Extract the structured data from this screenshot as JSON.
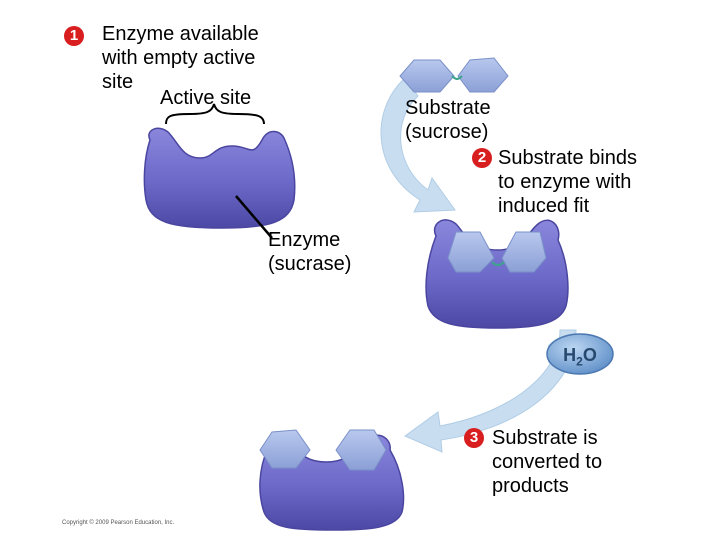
{
  "step1": {
    "number": "1",
    "lines": [
      "Enzyme available",
      "with empty active",
      "site"
    ]
  },
  "active_site_label": "Active site",
  "substrate_label": [
    "Substrate",
    "(sucrose)"
  ],
  "step2": {
    "number": "2",
    "lines": [
      "Substrate binds",
      "to enzyme with",
      "induced fit"
    ]
  },
  "enzyme_label": [
    "Enzyme",
    "(sucrase)"
  ],
  "water": {
    "symbol": "H",
    "subscript": "2",
    "element": "O"
  },
  "step3": {
    "number": "3",
    "lines": [
      "Substrate is",
      "converted to",
      "products"
    ]
  },
  "copyright": "Copyright © 2009 Pearson Education, Inc.",
  "colors": {
    "enzyme": "#6b68c8",
    "enzyme_dark": "#4a46a0",
    "substrate": "#9aaee0",
    "arrow": "#c8def0",
    "water_fill": "#7aa6d6",
    "badge": "#d81e1e"
  }
}
